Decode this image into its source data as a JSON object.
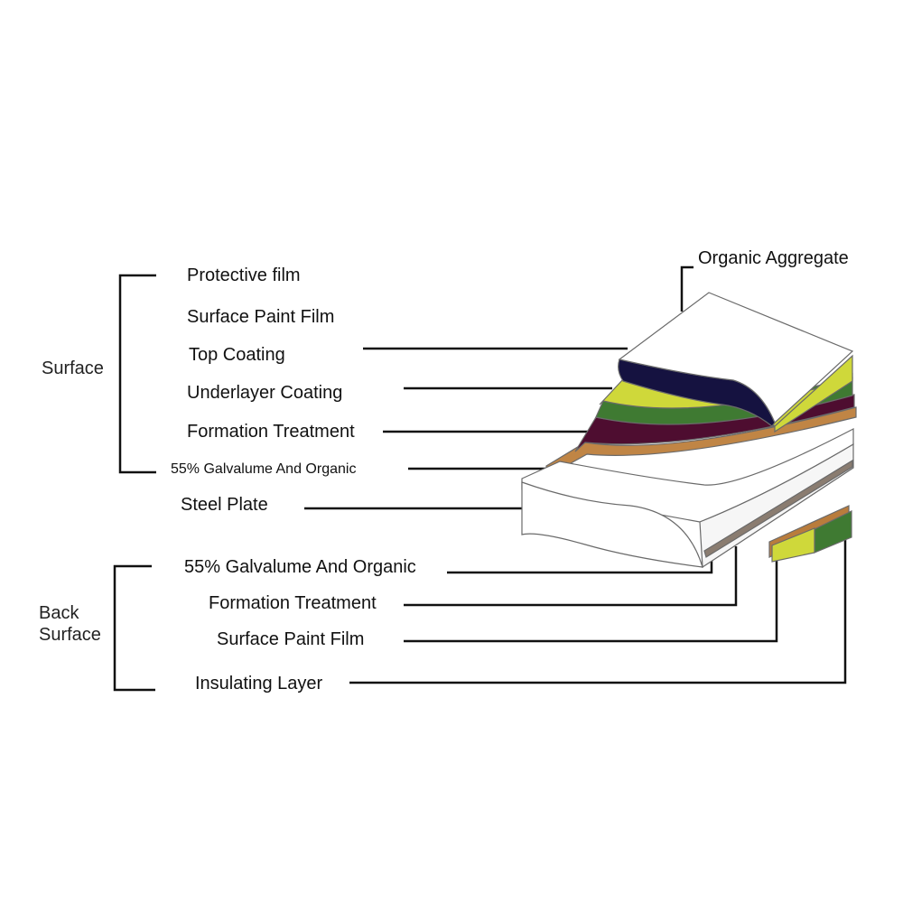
{
  "organic_aggregate_label": "Organic Aggregate",
  "surface_group": {
    "label": "Surface",
    "layers": [
      "Protective film",
      "Surface Paint Film",
      "Top Coating",
      "Underlayer Coating",
      "Formation Treatment",
      "55% Galvalume And Organic"
    ]
  },
  "core_label": "Steel Plate",
  "back_group": {
    "label_line1": "Back",
    "label_line2": "Surface",
    "layers": [
      "55% Galvalume And Organic",
      "Formation Treatment",
      "Surface Paint Film",
      "Insulating Layer"
    ]
  },
  "layer_colors": {
    "top_white": "#ffffff",
    "navy": "#151240",
    "yellow_green": "#cfd83a",
    "green": "#3f7a32",
    "maroon": "#4e0d30",
    "tan": "#c08545",
    "steel": "#ffffff"
  }
}
